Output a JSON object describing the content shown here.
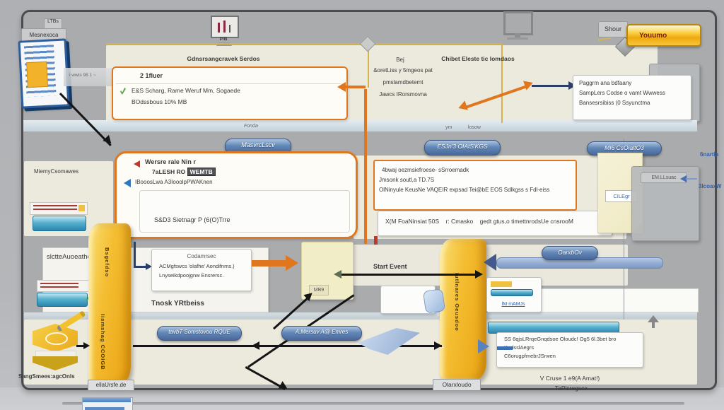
{
  "frame": {
    "top_box": "LTBs",
    "top_tag": "Mesnexoca",
    "connector_note": "i wwts 98 1 ~"
  },
  "top": {
    "chart_caption": "P/B",
    "share_tag": "Shour",
    "action_button": "Youumo"
  },
  "band1": {
    "header_left": "Gdnsrsangcravek Serdos",
    "header_mid": "Bej",
    "header_right": "Chibet Eleste tic lomdaos",
    "box1": {
      "title": "2 1fluer",
      "line1": "E&S Scharg, Rame Weruf Mm, Sogaede",
      "line2": "BOdssbous 10% MB"
    },
    "note_lines": [
      "&oretLiss y 5mgeos pat",
      "pmslamdbetemt",
      "Jawcs IRorsmovna"
    ],
    "box3_lines": [
      "Paggrm ana bdfaany",
      "SampLers Codse o vamt Wwwess",
      "Bansesrsibiss (0 Ssyunctma"
    ]
  },
  "strip": {
    "label_left": "Fonda",
    "label_mid": "ym",
    "label_right": "losow"
  },
  "pills": {
    "messagebox": "MasvrcLscv",
    "orchestrations": "ESJn'3 OIAtS'KGS",
    "console": "MI6 CsOialtO3",
    "oracle": "OarxbOv",
    "route": "tavbT Somstovou RQUE",
    "adapter": "A.Mersuv A@ Emres"
  },
  "band2": {
    "left_label": "MiemyCsomawes",
    "box2": {
      "title": "Wersre rale Nin r",
      "line1_prefix": "7aLESH RO",
      "line1_tag": "WEMTB",
      "line2": "IBooosLwa A3IooolpPWAKnen",
      "strategy": "S&D3 Sietnagr P (6(O)Trre"
    },
    "box4_lines": [
      "4bwaj oezmsiefroese- sSrroemadk",
      "Jmsonk soutl,a TD.7S",
      "OlNinyule KeusNe VAQEIR expsad Tei@bE EOS Sdlkgss s Fdl-eiss"
    ],
    "box5_text": "X(M FoaNinsiat 50S    r: Cmasko    gedt gtus,o timettnrodsUe cnsrooM",
    "sticky_tag": "CILEgr",
    "panel_tag": "EM.LLsuac",
    "right_label_top": "6nartla",
    "right_label_bottom": "3lcoaxW"
  },
  "band3": {
    "left_label": "slctteAuoeathc:",
    "box6": {
      "title": "Codamrsec",
      "line1": "ACMgfswcs 'olafhe' Aondifnms.)",
      "line2": "Lnyseikdpoojgnw Ensrersc."
    },
    "track_label": "Tnosk YRtbeiss",
    "postit_tag": "MB9",
    "start_event": "Start Event",
    "thumb_caption": "IM mAMJs"
  },
  "band4": {
    "hexagon_label": "SangSmees:agcOnls",
    "ribbon1_label": "ellaUrsfe.de",
    "ribbon2_label": "Olarxloudo",
    "box8_lines": [
      "SS 6qjsLRrqeGnqdsoe Oloudc! Og5 6l.3bet bro",
      "KodsslAegrs",
      "C6orugpfmebrJSrwen"
    ],
    "bottom_note1": "V Cruse 1 e9(A Amat!)",
    "bottom_note2": "TaPlcregsce"
  },
  "ribbons": {
    "r1_text_upper": "Bsgefdso",
    "r1_text_lower": "Iismshag CCOIGB",
    "r2_text": "Iutlnares Oeusdoo"
  },
  "colors": {
    "accent_orange": "#e0761e",
    "accent_yellow": "#d3b44f",
    "pill_blue": "#5b7fb0",
    "ribbon_yellow": "#f2b92e",
    "button_amber": "#f0a90c"
  }
}
